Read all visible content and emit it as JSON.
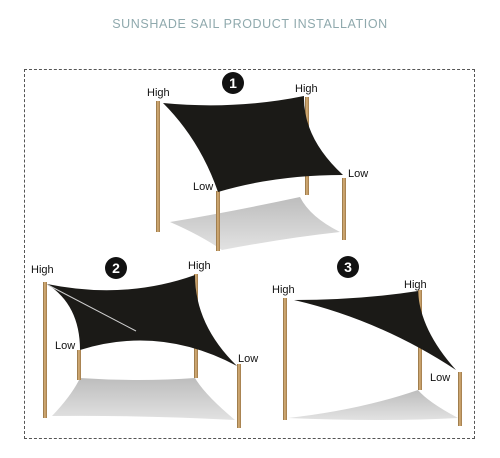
{
  "page_title": "SUNSHADE SAIL PRODUCT INSTALLATION",
  "colors": {
    "sail": "#1b1a17",
    "shadow": "#c9c9c9",
    "post": "#c8a06a",
    "post_dark": "#8a6a3e",
    "badge": "#111111",
    "title": "#8fa9ad"
  },
  "installations": [
    {
      "number": "1",
      "labels": [
        "High",
        "High",
        "Low",
        "Low"
      ]
    },
    {
      "number": "2",
      "labels": [
        "High",
        "High",
        "Low",
        "Low"
      ]
    },
    {
      "number": "3",
      "labels": [
        "High",
        "High",
        "Low"
      ]
    }
  ]
}
